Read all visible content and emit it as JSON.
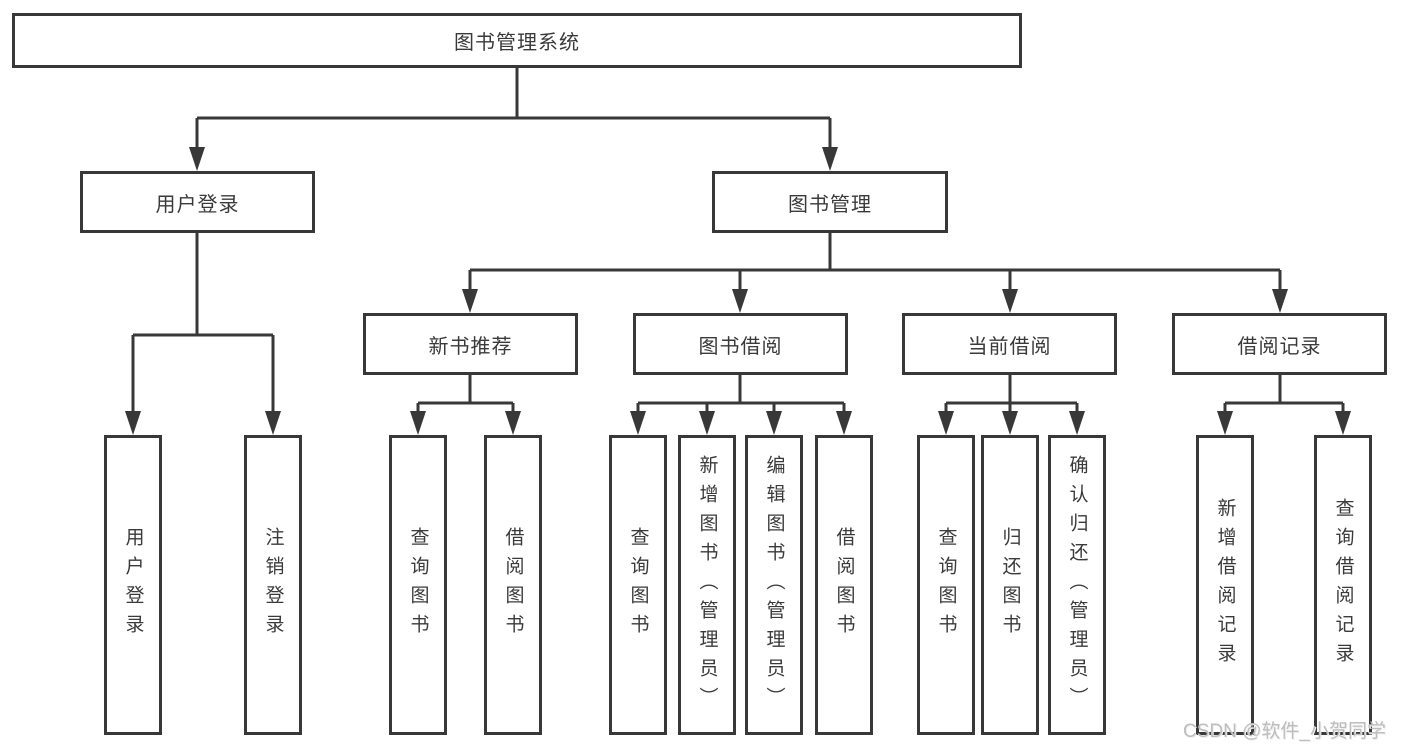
{
  "diagram": {
    "root": {
      "label": "图书管理系统"
    },
    "level2": {
      "user_login": {
        "label": "用户登录"
      },
      "book_mgmt": {
        "label": "图书管理"
      }
    },
    "modules": {
      "recommend": {
        "label": "新书推荐"
      },
      "borrowing": {
        "label": "图书借阅"
      },
      "current": {
        "label": "当前借阅"
      },
      "records": {
        "label": "借阅记录"
      }
    },
    "leaves": {
      "user_login": "用户登录",
      "logout": "注销登录",
      "rec_query": "查询图书",
      "rec_borrow": "借阅图书",
      "bb_query": "查询图书",
      "bb_add": "新增图书（管理员）",
      "bb_edit": "编辑图书（管理员）",
      "bb_borrow": "借阅图书",
      "cb_query": "查询图书",
      "cb_return": "归还图书",
      "cb_confirm": "确认归还（管理员）",
      "rc_add": "新增借阅记录",
      "rc_query": "查询借阅记录"
    },
    "watermark": "CSDN @软件_小贺同学",
    "colors": {
      "line": "#3a3a3a",
      "text": "#3a3a3a",
      "box_background": "#ffffff",
      "page_background": "#ffffff",
      "watermark": "#bdbdbd"
    }
  }
}
